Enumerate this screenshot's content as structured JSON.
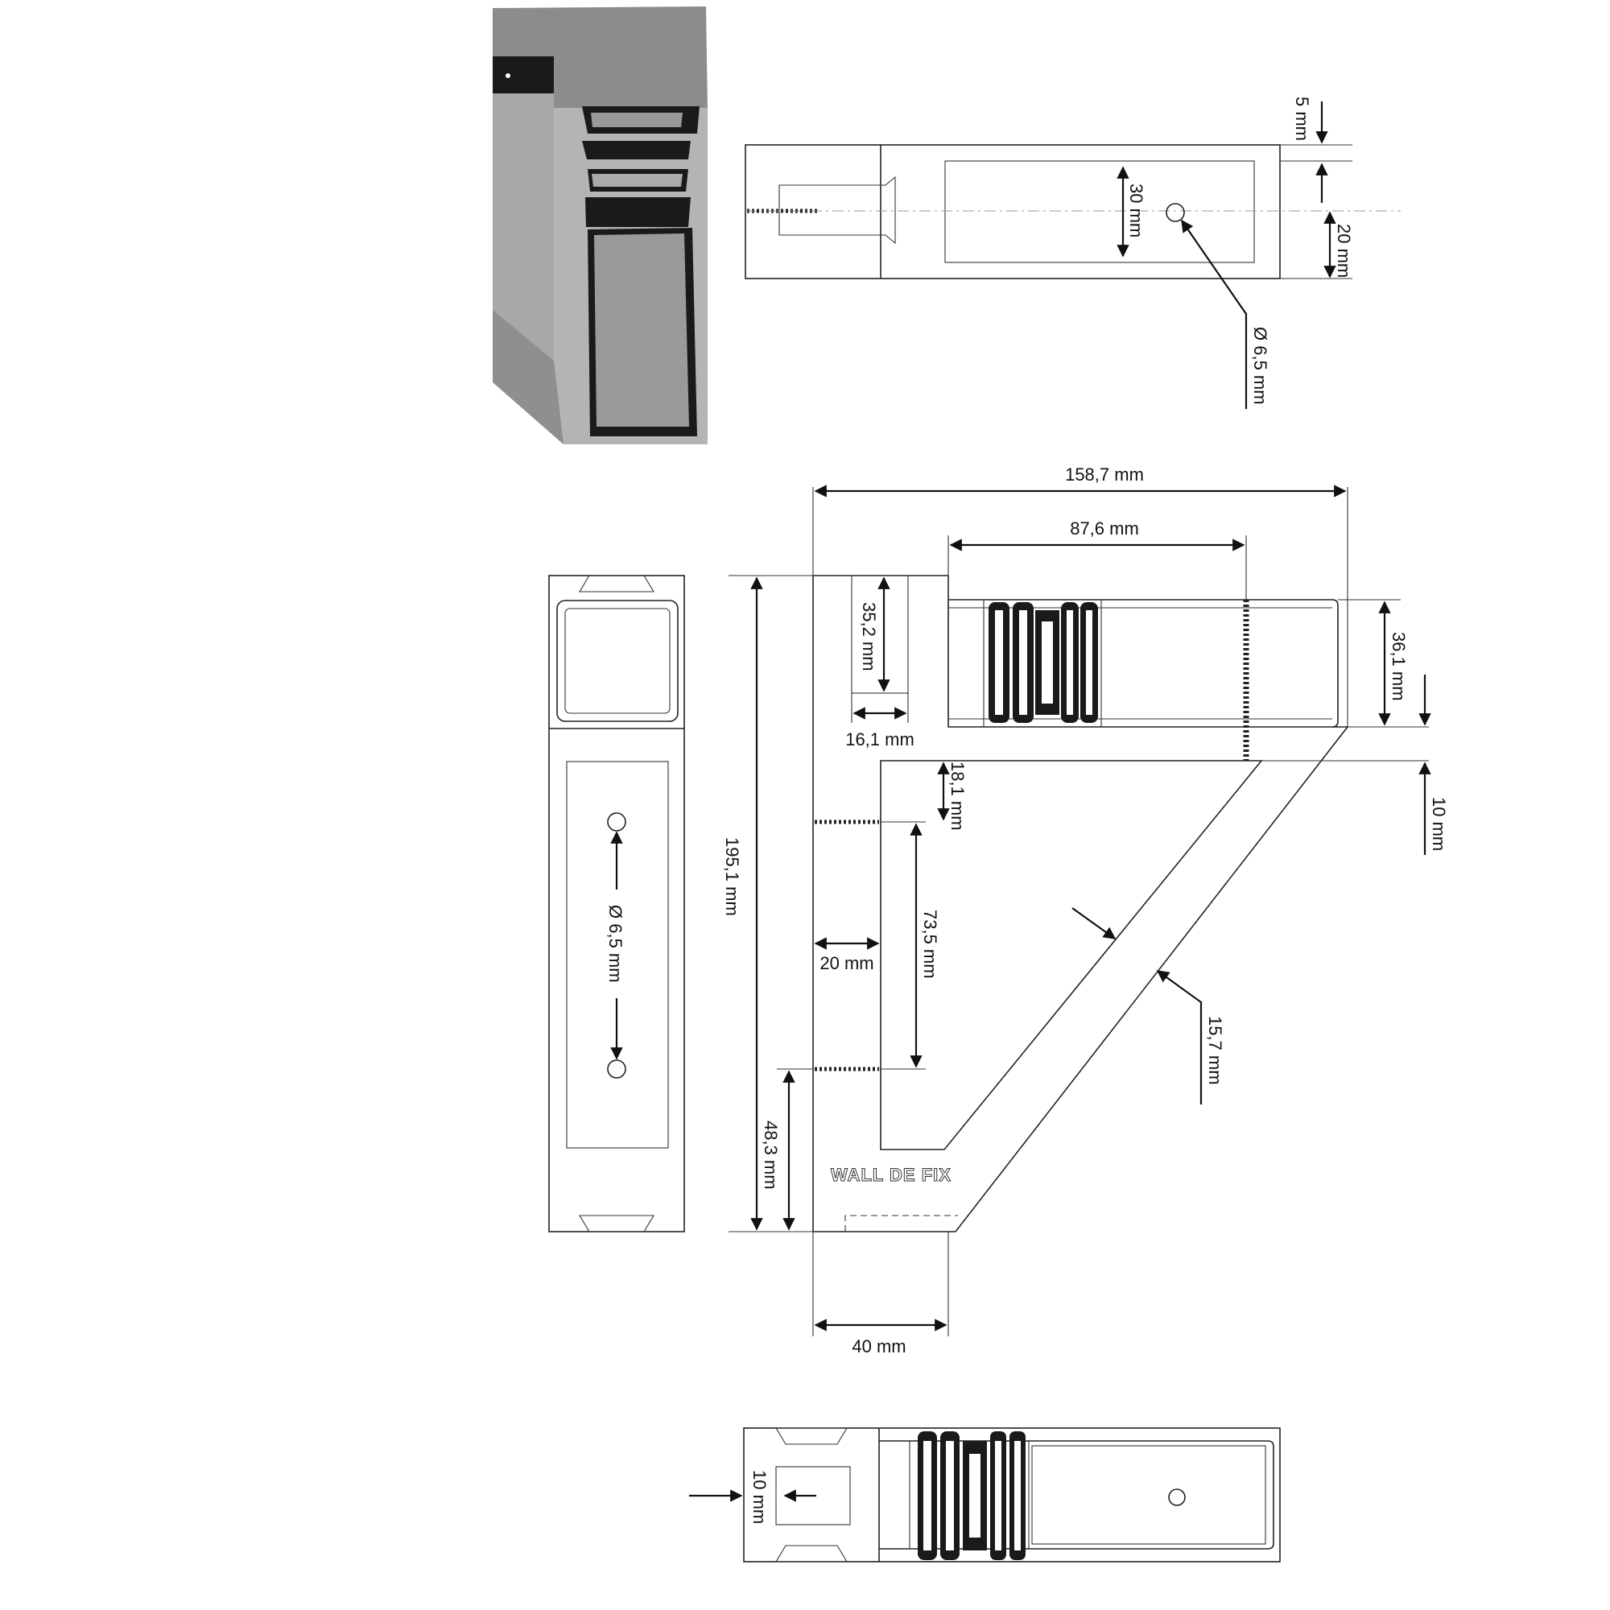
{
  "brand": "WALL DE FIX",
  "views": {
    "top_view": {
      "dims": {
        "thickness_top": "5 mm",
        "slot_width": "30 mm",
        "hole_offset": "20 mm",
        "hole_diameter": "Ø 6,5 mm"
      }
    },
    "front_view": {
      "dims": {
        "overall_width": "158,7 mm",
        "arm_length": "87,6 mm",
        "overall_height": "195,1 mm",
        "slot_height": "35,2 mm",
        "slot_width": "16,1 mm",
        "arm_height": "36,1 mm",
        "arm_gap": "10 mm",
        "hole_top_offset": "18,1 mm",
        "hole_spacing": "73,5 mm",
        "wall_thickness": "20 mm",
        "brace_thickness": "15,7 mm",
        "bottom_hole_height": "48,3 mm",
        "base_width": "40 mm"
      }
    },
    "side_view": {
      "dims": {
        "hole_diameter": "Ø 6,5 mm"
      }
    },
    "bottom_view": {
      "dims": {
        "insert_depth": "10 mm"
      }
    }
  },
  "colors": {
    "line": "#222222",
    "render_dark": "#1a1a1a",
    "render_mid": "#8c8c8c",
    "render_light": "#b4b4b4"
  }
}
